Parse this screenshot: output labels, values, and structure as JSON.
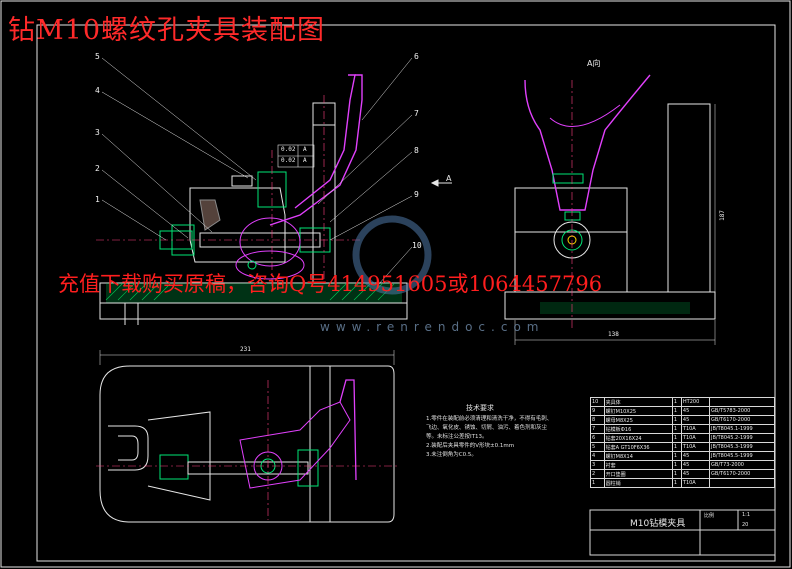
{
  "title": "钻M10螺纹孔夹具装配图",
  "ad_text": "充值下载购买原稿，咨询Q号414951605或1064457796",
  "watermark": "www.renrendoc.com",
  "view_label": "A向",
  "arrow_label": "A",
  "dims": {
    "width_top": "231",
    "width_side": "138",
    "height_side": "187"
  },
  "callouts": [
    "1",
    "2",
    "3",
    "4",
    "5",
    "6",
    "7",
    "8",
    "9",
    "10"
  ],
  "notes": {
    "heading": "技术要求",
    "lines": [
      "1.零件在装配前必须清理和清洗干净，不得有毛刺、",
      "飞边、氧化皮、锈蚀、切屑、油污、着色剂和灰尘",
      "等。未标注公差按IT13。",
      "2.装配后夹具零件的V形块±0.1mm",
      "3.未注倒角为C0.5。"
    ]
  },
  "bom": [
    [
      "10",
      "夹具体",
      "1",
      "HT200",
      ""
    ],
    [
      "9",
      "螺钉M10X25",
      "1",
      "45",
      "GB/T5783-2000"
    ],
    [
      "8",
      "螺母M8X25",
      "1",
      "45",
      "GB/T6170-2000"
    ],
    [
      "7",
      "钻模板Ф16",
      "1",
      "T10A",
      "JB/T8045.1-1999"
    ],
    [
      "6",
      "钻套20X16X24",
      "1",
      "T10A",
      "JB/T8045.2-1999"
    ],
    [
      "5",
      "钻套A GT10F6X36",
      "1",
      "T10A",
      "JB/T8045.3-1999"
    ],
    [
      "4",
      "螺钉M8X14",
      "1",
      "45",
      "JB/T8045.5-1999"
    ],
    [
      "3",
      "衬套",
      "1",
      "45",
      "GB/T73-2000"
    ],
    [
      "2",
      "开口垫圈",
      "1",
      "45",
      "GB/T6170-2000"
    ],
    [
      "1",
      "圆柱销",
      "1",
      "T10A",
      ""
    ]
  ],
  "title_block": {
    "name": "M10钻模夹具",
    "scale_label": "比例",
    "scale_value": "1:1",
    "sheet": "20"
  },
  "tolerance_box": [
    "0.02",
    "A",
    "0.02",
    "A"
  ]
}
